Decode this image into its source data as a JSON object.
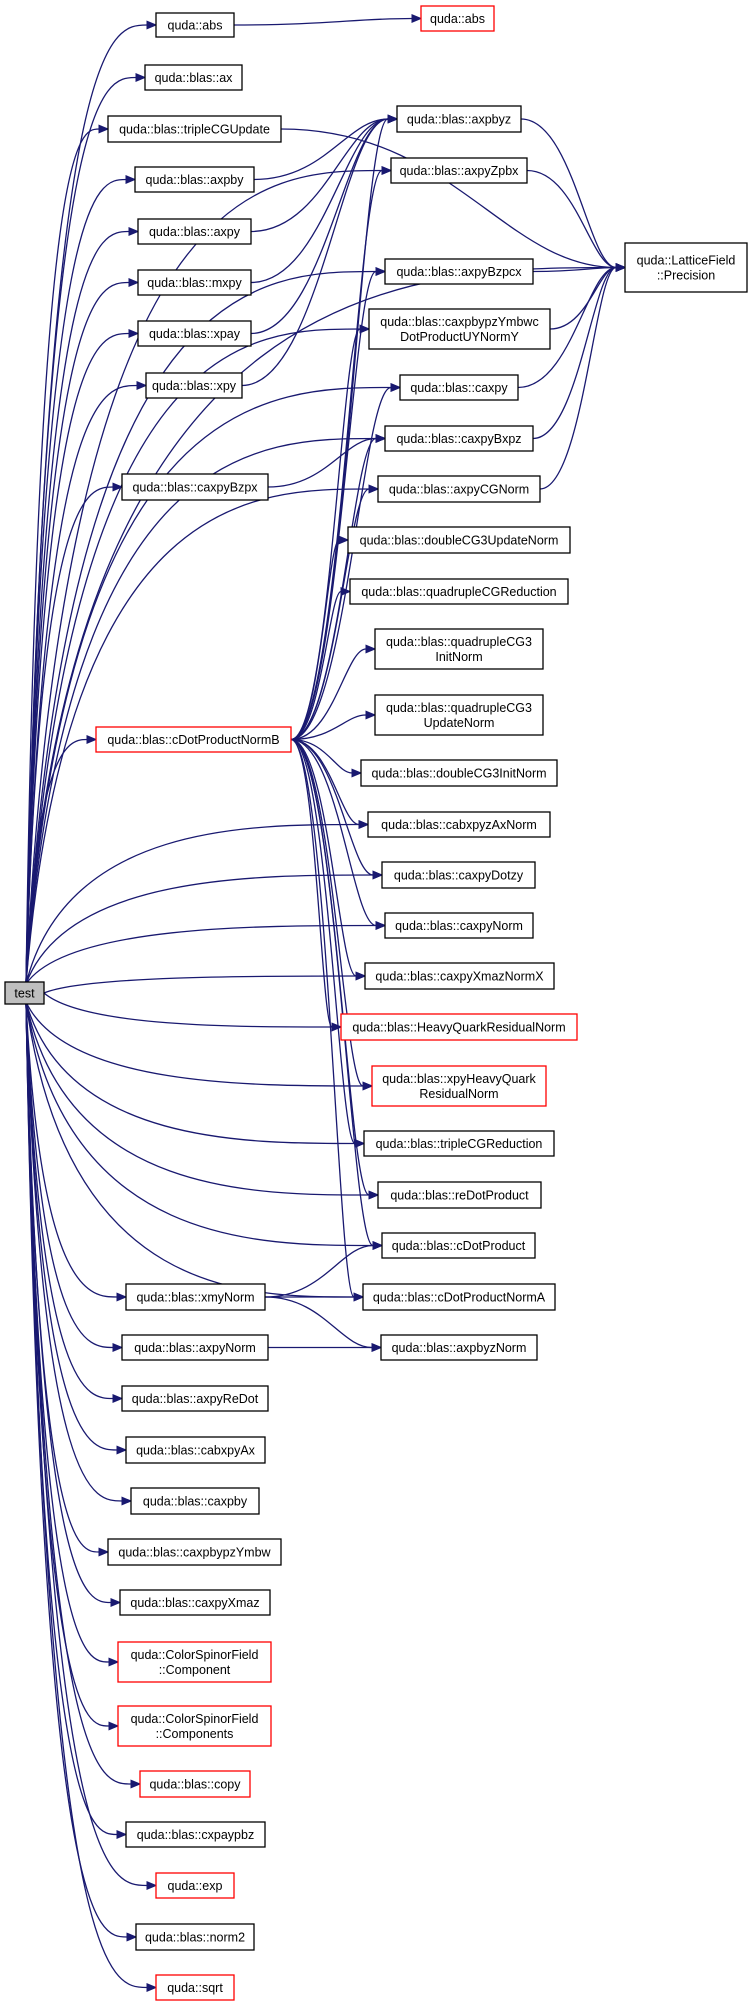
{
  "colors": {
    "edge": "#191970",
    "node_border": "#000000",
    "node_border_red": "#ff0000",
    "root_fill": "#bfbfbf",
    "node_fill": "#ffffff"
  },
  "root": "n0",
  "nodes": [
    {
      "id": "n0",
      "lines": [
        "test"
      ],
      "root": true
    },
    {
      "id": "n1",
      "lines": [
        "quda::abs"
      ]
    },
    {
      "id": "n2",
      "lines": [
        "quda::abs"
      ],
      "red": true
    },
    {
      "id": "n3",
      "lines": [
        "quda::blas::ax"
      ]
    },
    {
      "id": "n4",
      "lines": [
        "quda::blas::tripleCGUpdate"
      ]
    },
    {
      "id": "n5",
      "lines": [
        "quda::LatticeField",
        "::Precision"
      ]
    },
    {
      "id": "n6",
      "lines": [
        "quda::blas::axpby"
      ]
    },
    {
      "id": "n7",
      "lines": [
        "quda::blas::axpbyz"
      ]
    },
    {
      "id": "n8",
      "lines": [
        "quda::blas::axpy"
      ]
    },
    {
      "id": "n9",
      "lines": [
        "quda::blas::mxpy"
      ]
    },
    {
      "id": "n10",
      "lines": [
        "quda::blas::xpay"
      ]
    },
    {
      "id": "n11",
      "lines": [
        "quda::blas::xpy"
      ]
    },
    {
      "id": "n12",
      "lines": [
        "quda::blas::axpyZpbx"
      ]
    },
    {
      "id": "n13",
      "lines": [
        "quda::blas::axpyBzpcx"
      ]
    },
    {
      "id": "n14",
      "lines": [
        "quda::blas::caxpbypzYmbwc",
        "DotProductUYNormY"
      ]
    },
    {
      "id": "n15",
      "lines": [
        "quda::blas::caxpy"
      ]
    },
    {
      "id": "n16",
      "lines": [
        "quda::blas::caxpyBzpx"
      ]
    },
    {
      "id": "n17",
      "lines": [
        "quda::blas::caxpyBxpz"
      ]
    },
    {
      "id": "n18",
      "lines": [
        "quda::blas::axpyCGNorm"
      ]
    },
    {
      "id": "n19",
      "lines": [
        "quda::blas::doubleCG3UpdateNorm"
      ]
    },
    {
      "id": "n20",
      "lines": [
        "quda::blas::quadrupleCGReduction"
      ]
    },
    {
      "id": "n21",
      "lines": [
        "quda::blas::quadrupleCG3",
        "InitNorm"
      ]
    },
    {
      "id": "n22",
      "lines": [
        "quda::blas::cDotProductNormB"
      ],
      "red": true
    },
    {
      "id": "n23",
      "lines": [
        "quda::blas::quadrupleCG3",
        "UpdateNorm"
      ]
    },
    {
      "id": "n24",
      "lines": [
        "quda::blas::doubleCG3InitNorm"
      ]
    },
    {
      "id": "n25",
      "lines": [
        "quda::blas::cabxpyzAxNorm"
      ]
    },
    {
      "id": "n26",
      "lines": [
        "quda::blas::caxpyDotzy"
      ]
    },
    {
      "id": "n27",
      "lines": [
        "quda::blas::caxpyNorm"
      ]
    },
    {
      "id": "n28",
      "lines": [
        "quda::blas::caxpyXmazNormX"
      ]
    },
    {
      "id": "n29",
      "lines": [
        "quda::blas::HeavyQuarkResidualNorm"
      ],
      "red": true
    },
    {
      "id": "n30",
      "lines": [
        "quda::blas::xpyHeavyQuark",
        "ResidualNorm"
      ],
      "red": true
    },
    {
      "id": "n31",
      "lines": [
        "quda::blas::tripleCGReduction"
      ]
    },
    {
      "id": "n32",
      "lines": [
        "quda::blas::reDotProduct"
      ]
    },
    {
      "id": "n33",
      "lines": [
        "quda::blas::cDotProduct"
      ]
    },
    {
      "id": "n34",
      "lines": [
        "quda::blas::xmyNorm"
      ]
    },
    {
      "id": "n35",
      "lines": [
        "quda::blas::cDotProductNormA"
      ]
    },
    {
      "id": "n36",
      "lines": [
        "quda::blas::axpyNorm"
      ]
    },
    {
      "id": "n37",
      "lines": [
        "quda::blas::axpbyzNorm"
      ]
    },
    {
      "id": "n38",
      "lines": [
        "quda::blas::axpyReDot"
      ]
    },
    {
      "id": "n39",
      "lines": [
        "quda::blas::cabxpyAx"
      ]
    },
    {
      "id": "n40",
      "lines": [
        "quda::blas::caxpby"
      ]
    },
    {
      "id": "n41",
      "lines": [
        "quda::blas::caxpbypzYmbw"
      ]
    },
    {
      "id": "n42",
      "lines": [
        "quda::blas::caxpyXmaz"
      ]
    },
    {
      "id": "n43",
      "lines": [
        "quda::ColorSpinorField",
        "::Component"
      ],
      "red": true
    },
    {
      "id": "n44",
      "lines": [
        "quda::ColorSpinorField",
        "::Components"
      ],
      "red": true
    },
    {
      "id": "n45",
      "lines": [
        "quda::blas::copy"
      ],
      "red": true
    },
    {
      "id": "n46",
      "lines": [
        "quda::blas::cxpaypbz"
      ]
    },
    {
      "id": "n47",
      "lines": [
        "quda::exp"
      ],
      "red": true
    },
    {
      "id": "n48",
      "lines": [
        "quda::blas::norm2"
      ]
    },
    {
      "id": "n49",
      "lines": [
        "quda::sqrt"
      ],
      "red": true
    }
  ],
  "edges": [
    [
      "n0",
      "n1"
    ],
    [
      "n1",
      "n2"
    ],
    [
      "n0",
      "n3"
    ],
    [
      "n0",
      "n4"
    ],
    [
      "n4",
      "n5"
    ],
    [
      "n0",
      "n6"
    ],
    [
      "n6",
      "n7"
    ],
    [
      "n0",
      "n8"
    ],
    [
      "n8",
      "n7"
    ],
    [
      "n0",
      "n9"
    ],
    [
      "n9",
      "n7"
    ],
    [
      "n0",
      "n10"
    ],
    [
      "n10",
      "n7"
    ],
    [
      "n0",
      "n11"
    ],
    [
      "n11",
      "n7"
    ],
    [
      "n0",
      "n12"
    ],
    [
      "n12",
      "n5"
    ],
    [
      "n7",
      "n5"
    ],
    [
      "n0",
      "n5"
    ],
    [
      "n0",
      "n13"
    ],
    [
      "n13",
      "n5"
    ],
    [
      "n0",
      "n14"
    ],
    [
      "n14",
      "n5"
    ],
    [
      "n0",
      "n15"
    ],
    [
      "n15",
      "n5"
    ],
    [
      "n0",
      "n16"
    ],
    [
      "n16",
      "n17"
    ],
    [
      "n0",
      "n17"
    ],
    [
      "n17",
      "n5"
    ],
    [
      "n0",
      "n18"
    ],
    [
      "n18",
      "n5"
    ],
    [
      "n0",
      "n22"
    ],
    [
      "n22",
      "n7"
    ],
    [
      "n22",
      "n12"
    ],
    [
      "n22",
      "n13"
    ],
    [
      "n22",
      "n14"
    ],
    [
      "n22",
      "n15"
    ],
    [
      "n22",
      "n17"
    ],
    [
      "n22",
      "n18"
    ],
    [
      "n22",
      "n19"
    ],
    [
      "n22",
      "n20"
    ],
    [
      "n22",
      "n21"
    ],
    [
      "n22",
      "n23"
    ],
    [
      "n22",
      "n24"
    ],
    [
      "n22",
      "n25"
    ],
    [
      "n22",
      "n26"
    ],
    [
      "n22",
      "n27"
    ],
    [
      "n22",
      "n28"
    ],
    [
      "n22",
      "n29"
    ],
    [
      "n22",
      "n30"
    ],
    [
      "n22",
      "n31"
    ],
    [
      "n22",
      "n32"
    ],
    [
      "n22",
      "n33"
    ],
    [
      "n22",
      "n35"
    ],
    [
      "n0",
      "n25"
    ],
    [
      "n0",
      "n26"
    ],
    [
      "n0",
      "n27"
    ],
    [
      "n0",
      "n28"
    ],
    [
      "n0",
      "n29"
    ],
    [
      "n0",
      "n30"
    ],
    [
      "n0",
      "n31"
    ],
    [
      "n0",
      "n32"
    ],
    [
      "n0",
      "n33"
    ],
    [
      "n0",
      "n35"
    ],
    [
      "n0",
      "n34"
    ],
    [
      "n34",
      "n33"
    ],
    [
      "n34",
      "n35"
    ],
    [
      "n34",
      "n37"
    ],
    [
      "n0",
      "n36"
    ],
    [
      "n36",
      "n37"
    ],
    [
      "n0",
      "n38"
    ],
    [
      "n0",
      "n39"
    ],
    [
      "n0",
      "n40"
    ],
    [
      "n0",
      "n41"
    ],
    [
      "n0",
      "n42"
    ],
    [
      "n0",
      "n43"
    ],
    [
      "n0",
      "n44"
    ],
    [
      "n0",
      "n45"
    ],
    [
      "n0",
      "n46"
    ],
    [
      "n0",
      "n47"
    ],
    [
      "n0",
      "n48"
    ],
    [
      "n0",
      "n49"
    ]
  ]
}
